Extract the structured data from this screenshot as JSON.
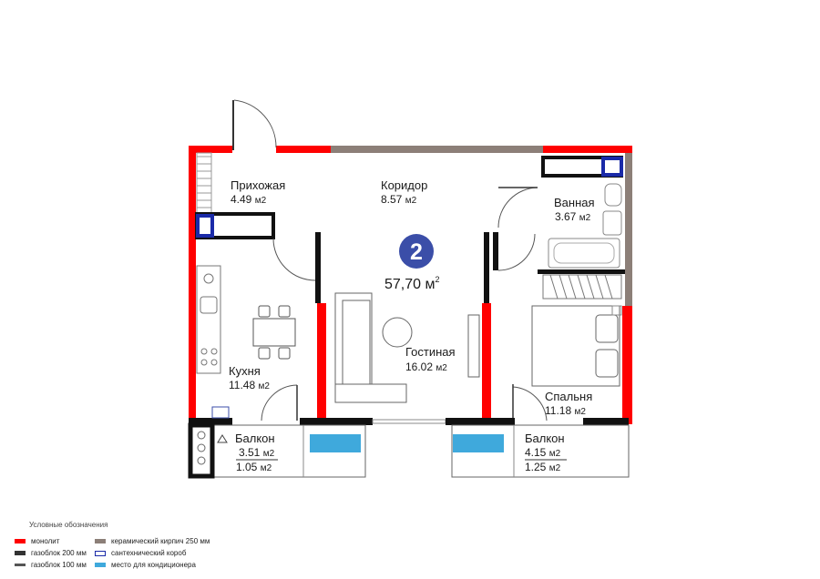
{
  "apartment": {
    "number": "2",
    "total_area": "57,70 м",
    "total_area_sup": "2",
    "badge_color": "#3b4ea8"
  },
  "rooms": {
    "hall": {
      "name": "Прихожая",
      "area": "4.49",
      "unit": "м2"
    },
    "corridor": {
      "name": "Коридор",
      "area": "8.57",
      "unit": "м2"
    },
    "bathroom": {
      "name": "Ванная",
      "area": "3.67",
      "unit": "м2"
    },
    "kitchen": {
      "name": "Кухня",
      "area": "11.48",
      "unit": "м2"
    },
    "living": {
      "name": "Гостиная",
      "area": "16.02",
      "unit": "м2"
    },
    "bedroom": {
      "name": "Спальня",
      "area": "11.18",
      "unit": "м2"
    },
    "balcony_left": {
      "name": "Балкон",
      "area": "3.51",
      "unit": "м2",
      "area2": "1.05",
      "unit2": "м2"
    },
    "balcony_right": {
      "name": "Балкон",
      "area": "4.15",
      "unit": "м2",
      "area2": "1.25",
      "unit2": "м2"
    }
  },
  "colors": {
    "monolith": "#ff0000",
    "gasblock200": "#111111",
    "gasblock100": "#555555",
    "brick250": "#8c7f78",
    "plumbing_box": "#1a2aa8",
    "ac_place": "#3fa9dc"
  },
  "legend": {
    "title": "Условные обозначения",
    "items": [
      {
        "label": "монолит",
        "color": "#ff0000"
      },
      {
        "label": "газоблок 200 мм",
        "color": "#111111"
      },
      {
        "label": "газоблок 100 мм",
        "color": "#555555"
      },
      {
        "label": "керамический кирпич 250 мм",
        "color": "#8c7f78"
      },
      {
        "label": "сантехнический короб",
        "color": "#1a2aa8"
      },
      {
        "label": "место для кондиционера",
        "color": "#3fa9dc"
      }
    ]
  }
}
